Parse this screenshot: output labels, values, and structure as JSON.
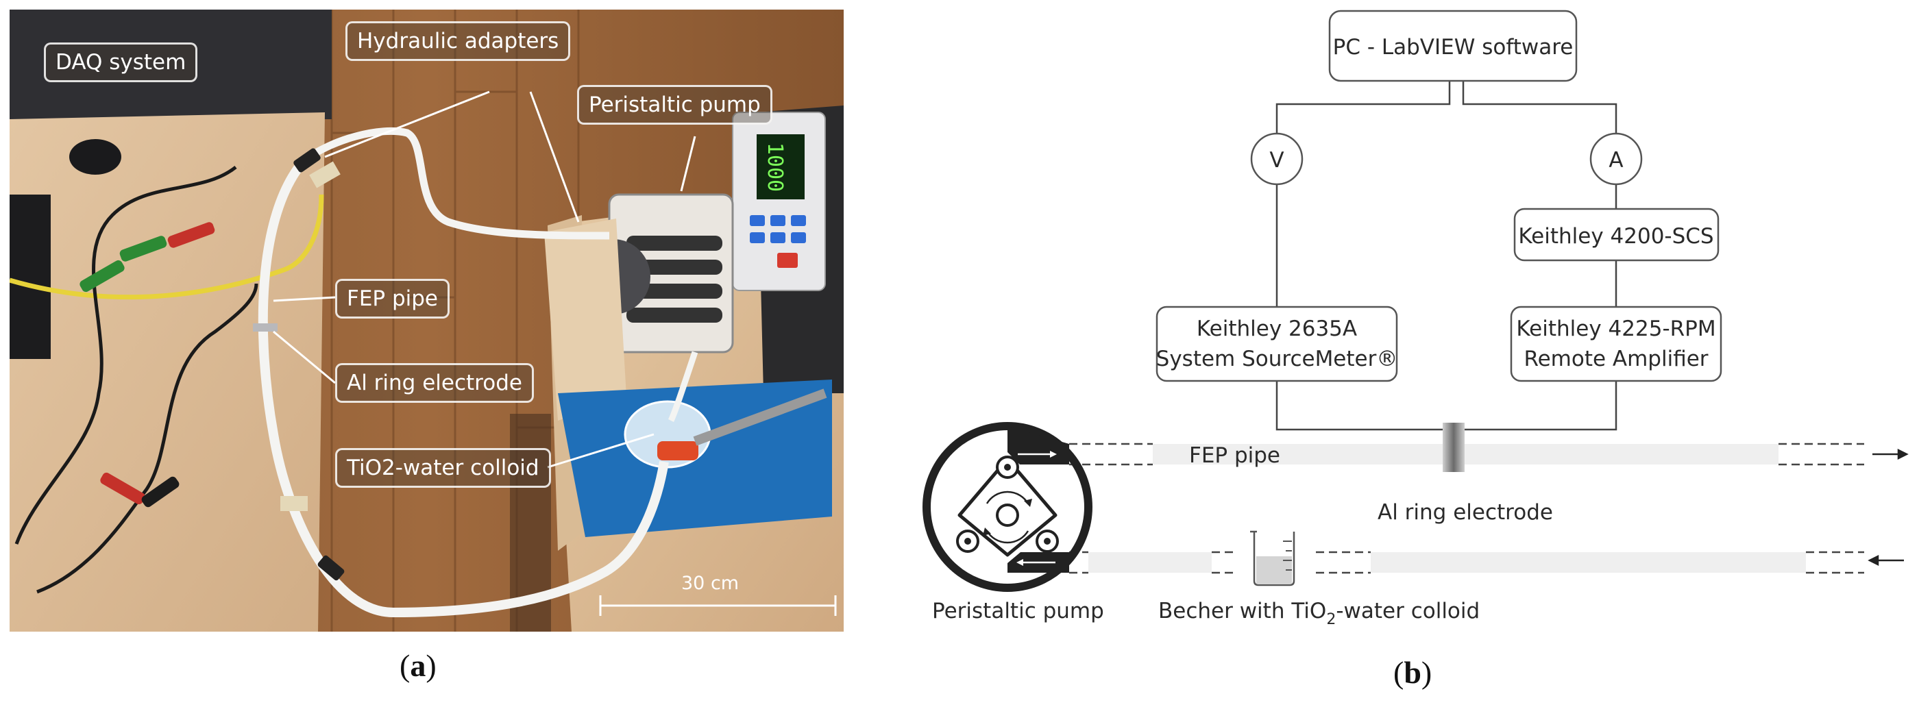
{
  "panel_a": {
    "labels": {
      "daq": "DAQ system",
      "hydraulic": "Hydraulic adapters",
      "pump": "Peristaltic pump",
      "fep": "FEP pipe",
      "electrode": "Al ring electrode",
      "colloid": "TiO2-water colloid"
    },
    "scale_bar": "30 cm",
    "pump_display": "1000",
    "caption_open": "(",
    "caption_letter": "a",
    "caption_close": ")"
  },
  "panel_b": {
    "pc_box": "PC - LabVIEW software",
    "voltmeter": "V",
    "ammeter": "A",
    "keithley_4200": "Keithley 4200-SCS",
    "keithley_2635_line1": "Keithley 2635A",
    "keithley_2635_line2": "System SourceMeter®",
    "keithley_4225_line1": "Keithley 4225-RPM",
    "keithley_4225_line2": "Remote Amplifier",
    "fep_pipe": "FEP pipe",
    "al_electrode": "Al ring electrode",
    "pump_label": "Peristaltic pump",
    "becher_prefix": "Becher with TiO",
    "becher_sub": "2",
    "becher_suffix": "-water colloid",
    "caption_open": "(",
    "caption_letter": "b",
    "caption_close": ")"
  }
}
